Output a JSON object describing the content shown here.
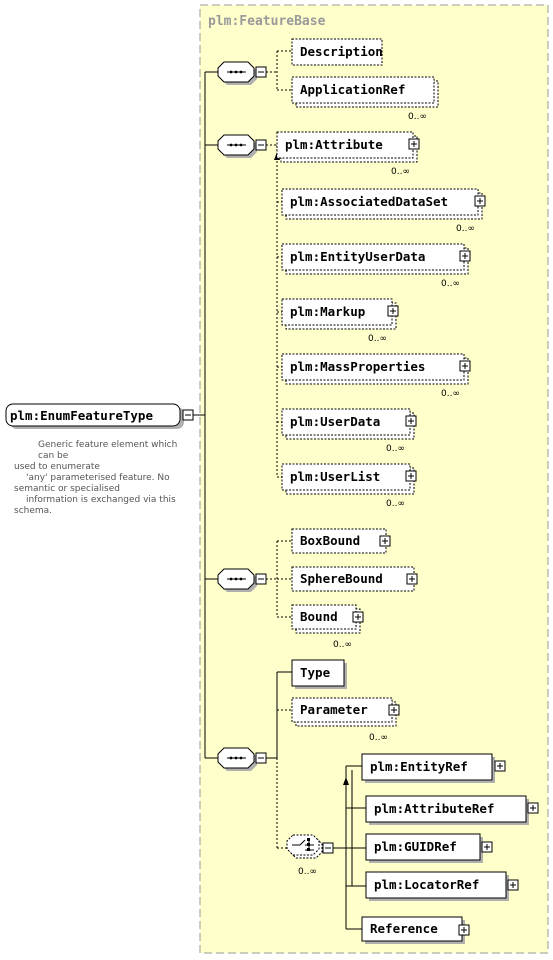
{
  "group": {
    "title": "plm:FeatureBase"
  },
  "root": {
    "label": "plm:EnumFeatureType"
  },
  "documentation": [
    "Generic feature element which can be",
    "used to enumerate",
    "'any' parameterised feature. No",
    "semantic or specialised",
    "information is exchanged via this",
    "schema."
  ],
  "elements": {
    "description": "Description",
    "application_ref": "ApplicationRef",
    "attribute": "plm:Attribute",
    "associated_data_set": "plm:AssociatedDataSet",
    "entity_user_data": "plm:EntityUserData",
    "markup": "plm:Markup",
    "mass_properties": "plm:MassProperties",
    "user_data": "plm:UserData",
    "user_list": "plm:UserList",
    "box_bound": "BoxBound",
    "sphere_bound": "SphereBound",
    "bound": "Bound",
    "type": "Type",
    "parameter": "Parameter",
    "entity_ref": "plm:EntityRef",
    "attribute_ref": "plm:AttributeRef",
    "guid_ref": "plm:GUIDRef",
    "locator_ref": "plm:LocatorRef",
    "reference": "Reference"
  },
  "cardinality": {
    "application_ref": "0..∞",
    "attribute": "0..∞",
    "associated_data_set": "0..∞",
    "entity_user_data": "0..∞",
    "markup": "0..∞",
    "mass_properties": "0..∞",
    "user_data": "0..∞",
    "user_list": "0..∞",
    "bound": "0..∞",
    "parameter": "0..∞",
    "choice": "0..∞"
  },
  "colors": {
    "group_fill": "#ffffcc",
    "group_border": "#999999",
    "title": "#999999"
  },
  "icons": {
    "sequence": "sequence-compositor-icon",
    "choice": "choice-compositor-icon",
    "expand": "expand-plus-icon",
    "collapse": "collapse-minus-icon"
  }
}
